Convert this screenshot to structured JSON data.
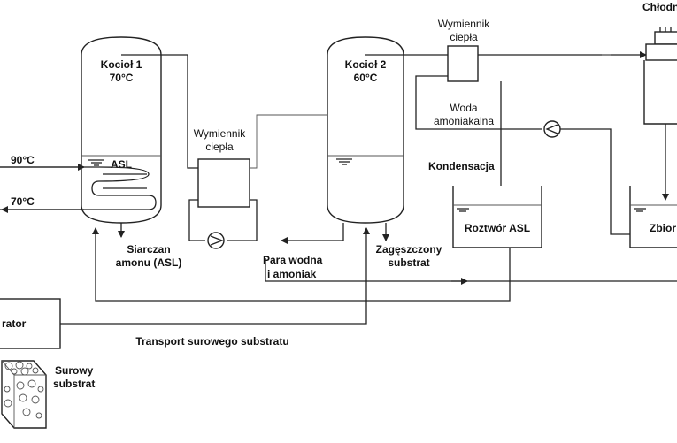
{
  "labels": {
    "chlodnica": "Chłodn",
    "kociol1_title": "Kocioł 1",
    "kociol1_temp": "70°C",
    "kociol2_title": "Kocioł 2",
    "kociol2_temp": "60°C",
    "asl": "ASL",
    "temp_in": "90°C",
    "temp_out": "70°C",
    "wymiennik1_line1": "Wymiennik",
    "wymiennik1_line2": "ciepła",
    "wymiennik2_line1": "Wymiennik",
    "wymiennik2_line2": "ciepła",
    "woda_line1": "Woda",
    "woda_line2": "amoniakalna",
    "kondensacja": "Kondensacja",
    "roztwor_asl": "Roztwór ASL",
    "zbiornik": "Zbior",
    "siarczan_line1": "Siarczan",
    "siarczan_line2": "amonu (ASL)",
    "para_line1": "Para wodna",
    "para_line2": "i amoniak",
    "zageszczony_line1": "Zagęszczony",
    "zageszczony_line2": "substrat",
    "separator": "rator",
    "transport": "Transport surowego substratu",
    "surowy_line1": "Surowy",
    "surowy_line2": "substrat"
  }
}
